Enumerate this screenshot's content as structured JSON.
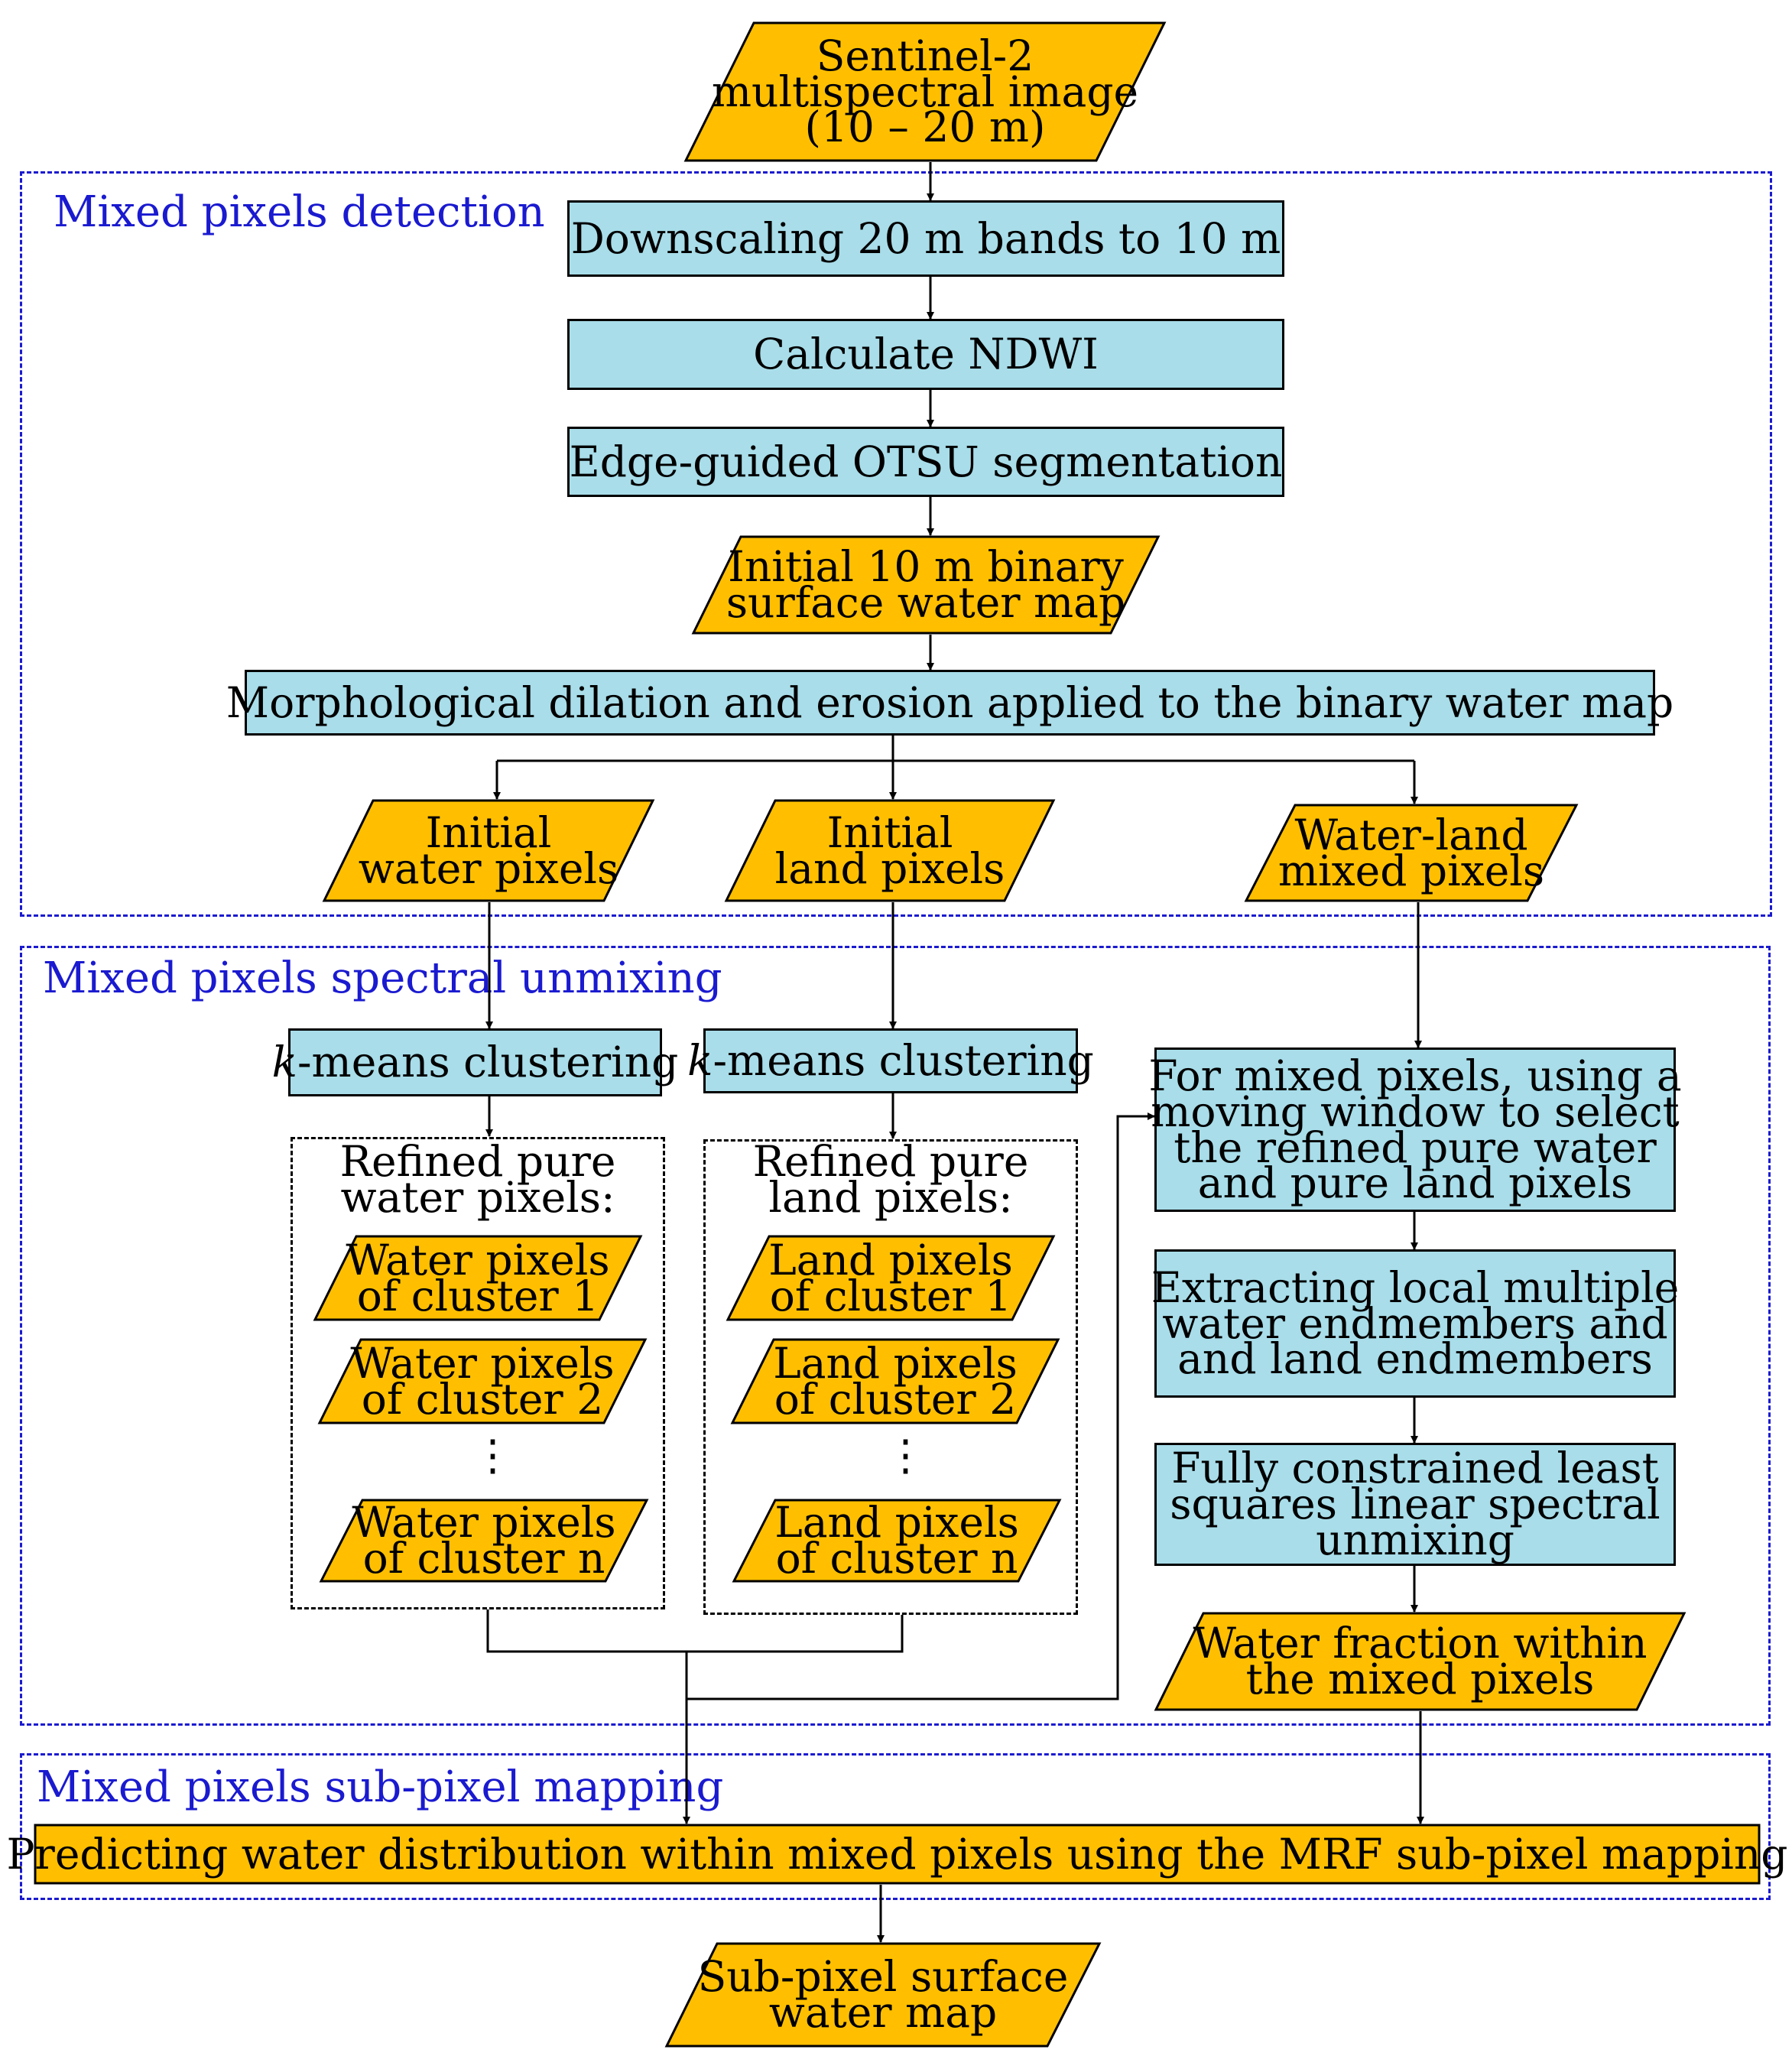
{
  "sections": {
    "detection": "Mixed pixels detection",
    "unmixing": "Mixed pixels spectral unmixing",
    "mapping": "Mixed pixels sub-pixel mapping"
  },
  "nodes": {
    "sentinel": "Sentinel-2\nmultispectral image\n(10 – 20 m)",
    "downscaling": "Downscaling 20 m bands to 10 m",
    "ndwi": "Calculate NDWI",
    "otsu": "Edge-guided OTSU segmentation",
    "initial_map": "Initial 10 m binary\nsurface water map",
    "morph": "Morphological dilation and erosion applied to the binary water map",
    "init_water": "Initial\nwater pixels",
    "init_land": "Initial\nland pixels",
    "mixed_pixels": "Water-land\nmixed pixels",
    "kmeans_water_k": "k",
    "kmeans_water": "-means clustering",
    "kmeans_land_k": "k",
    "kmeans_land": "-means clustering",
    "moving_window": "For mixed pixels, using a\nmoving window to select\nthe refined pure water\nand pure land pixels",
    "endmembers": "Extracting local multiple\nwater endmembers and\nand land endmembers",
    "fcls": "Fully constrained least\nsquares linear spectral\nunmixing",
    "fraction": "Water fraction within\nthe mixed pixels",
    "mrf": "Predicting water distribution within mixed pixels using the MRF sub-pixel mapping",
    "output": "Sub-pixel surface\nwater map"
  },
  "water_group": {
    "title": "Refined pure\nwater pixels:",
    "items": [
      "Water pixels\nof cluster 1",
      "Water pixels\nof cluster 2",
      "Water pixels\nof cluster n"
    ],
    "ellipsis": "⋮"
  },
  "land_group": {
    "title": "Refined pure\nland pixels:",
    "items": [
      "Land pixels\nof cluster 1",
      "Land pixels\nof cluster 2",
      "Land pixels\nof cluster n"
    ],
    "ellipsis": "⋮"
  },
  "colors": {
    "process_fill": "#a8dde9",
    "data_fill": "#ffbf00",
    "section_border": "#1a1ad0",
    "group_border": "#000000"
  }
}
